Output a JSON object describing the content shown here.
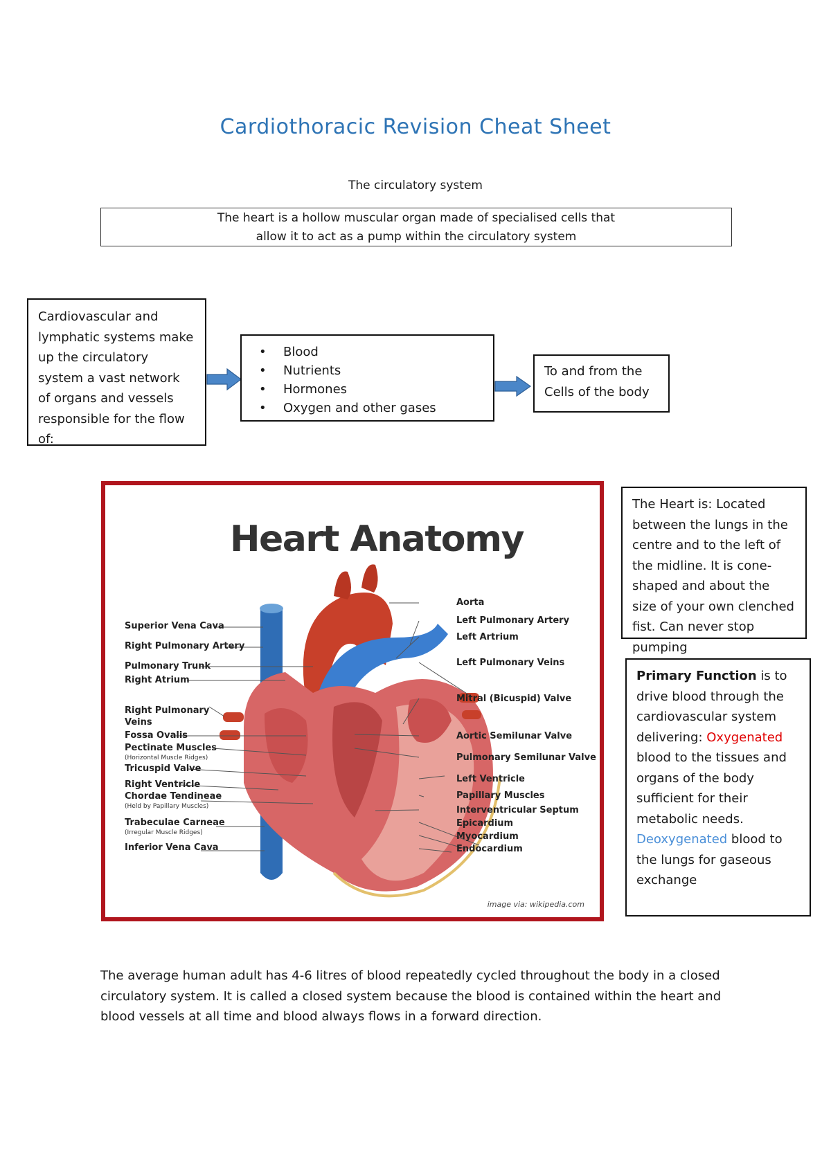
{
  "title": "Cardiothoracic Revision Cheat Sheet",
  "subtitle": "The circulatory system",
  "definition": {
    "line1": "The heart is a hollow muscular organ made of  specialised cells that",
    "line2": "allow it to act as a pump within the circulatory system"
  },
  "circulatory_box": "Cardiovascular and lymphatic systems make up the circulatory system a vast network of organs and vessels responsible for the flow of:",
  "flow_items": [
    "Blood",
    "Nutrients",
    "Hormones",
    "Oxygen and other gases"
  ],
  "destination": {
    "line1": "To and from the",
    "line2": "Cells of the body"
  },
  "colors": {
    "title": "#2e74b5",
    "frame": "#b0151d",
    "arrow": "#4a86c8",
    "oxygenated": "#e00000",
    "deoxygenated": "#4a8fd8"
  },
  "image": {
    "title": "Heart Anatomy",
    "credit": "image via: wikipedia.com",
    "labels_left": [
      "Superior Vena Cava",
      "Right Pulmonary Artery",
      "Pulmonary Trunk",
      "Right Atrium",
      "Right Pulmonary",
      "Veins",
      "Fossa Ovalis",
      "Pectinate Muscles",
      "Tricuspid Valve",
      "Right Ventricle",
      "Chordae Tendineae",
      "Trabeculae Carneae",
      "Inferior Vena Cava"
    ],
    "sublabels_left": [
      "(Horizontal Muscle Ridges)",
      "(Held by Papillary Muscles)",
      "(Irregular Muscle Ridges)"
    ],
    "labels_right": [
      "Aorta",
      "Left Pulmonary Artery",
      "Left Artrium",
      "Left Pulmonary Veins",
      "Mitral (Bicuspid) Valve",
      "Aortic Semilunar Valve",
      "Pulmonary Semilunar Valve",
      "Left Ventricle",
      "Papillary Muscles",
      "Interventricular Septum",
      "Epicardium",
      "Myocardium",
      "Endocardium"
    ]
  },
  "heart_is": "The Heart is:  Located between the lungs in the centre and to the left of the midline. It is cone-shaped and about the size of your own clenched fist. Can never stop pumping",
  "primary_function": {
    "heading": "Primary Function",
    "text1": " is to drive blood through the cardiovascular system delivering: ",
    "oxygenated": "Oxygenated",
    "text2": " blood to the tissues and organs of the body sufficient for their metabolic needs. ",
    "deoxygenated": "Deoxygenated",
    "text3": " blood to the lungs for gaseous exchange"
  },
  "paragraph": "The average human adult has 4-6 litres of blood repeatedly cycled throughout the body in a closed circulatory system. It is called a closed system because the blood is contained within the heart and blood vessels at all time and blood always flows in a forward direction."
}
